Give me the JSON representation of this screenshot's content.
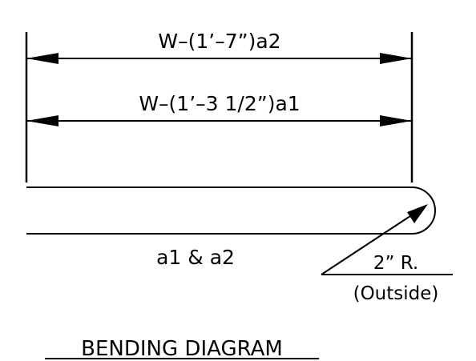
{
  "dimensions": {
    "top": "W–(1’–7”)a2",
    "middle": "W–(1’–3 1/2”)a1"
  },
  "bar_label": "a1 & a2",
  "radius": {
    "value": "2” R.",
    "note": "(Outside)"
  },
  "title": "BENDING DIAGRAM",
  "colors": {
    "ink": "#000000",
    "background": "#ffffff"
  }
}
